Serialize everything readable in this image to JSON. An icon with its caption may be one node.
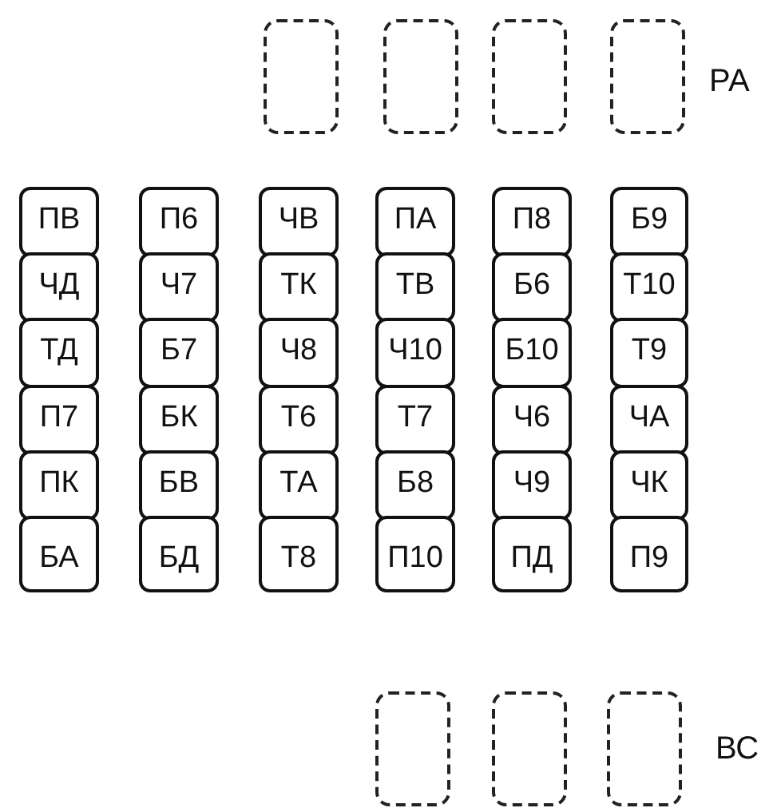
{
  "diagram": {
    "nodes": [
      {
        "text": [],
        "shape": "box"
      },
      {
        "text": [],
        "shape": "box"
      },
      {
        "text": [],
        "shape": "box"
      },
      {
        "text": [],
        "shape": "box"
      },
      {
        "text": [
          "ПВ"
        ]
      },
      {
        "text": [
          "П6"
        ]
      },
      {
        "text": [
          "ЧВ"
        ]
      },
      {
        "text": [
          "ПА"
        ]
      },
      {
        "text": [
          "П8"
        ]
      },
      {
        "text": [
          "Б9"
        ]
      },
      {
        "text": [
          "ЧД"
        ]
      },
      {
        "text": [
          "Ч7"
        ]
      },
      {
        "text": [
          "ТК"
        ]
      },
      {
        "text": [
          "ТВ"
        ]
      },
      {
        "text": [
          "Б6"
        ]
      },
      {
        "text": [
          "Т10"
        ]
      },
      {
        "text": [
          "ТД"
        ]
      },
      {
        "text": [
          "Б7"
        ]
      },
      {
        "text": [
          "Ч8"
        ]
      },
      {
        "text": [
          "Ч10"
        ]
      },
      {
        "text": [
          "Б10"
        ]
      },
      {
        "text": [
          "Т9"
        ]
      },
      {
        "text": [
          "П7"
        ]
      },
      {
        "text": [
          "БК"
        ]
      },
      {
        "text": [
          "Т6"
        ]
      },
      {
        "text": [
          "Т7"
        ]
      },
      {
        "text": [
          "Ч6"
        ]
      },
      {
        "text": [
          "ЧА"
        ]
      },
      {
        "text": [
          "ПК"
        ]
      },
      {
        "text": [
          "БВ"
        ]
      },
      {
        "text": [
          "ТА"
        ]
      },
      {
        "text": [
          "Б8"
        ]
      },
      {
        "text": [
          "Ч9"
        ]
      },
      {
        "text": [
          "ЧК"
        ]
      },
      {
        "text": [
          "БА"
        ]
      },
      {
        "text": [
          "БД"
        ]
      },
      {
        "text": [
          "Т8"
        ]
      },
      {
        "text": [
          "П10"
        ]
      },
      {
        "text": [
          "ПД"
        ]
      },
      {
        "text": [
          "П9"
        ]
      },
      {
        "text": [],
        "shape": "box"
      },
      {
        "text": [],
        "shape": "box"
      },
      {
        "text": [],
        "shape": "box"
      }
    ],
    "labels": [
      "РА",
      "ВС"
    ]
  }
}
